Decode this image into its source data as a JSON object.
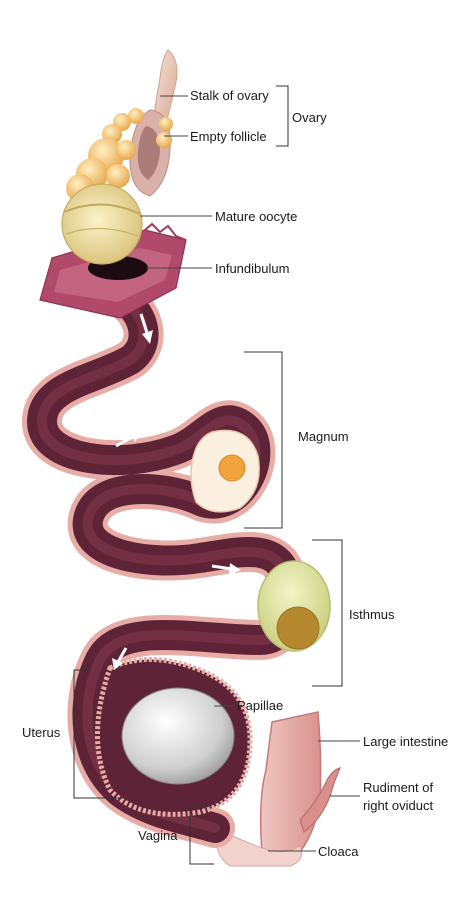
{
  "labels": {
    "stalk_of_ovary": "Stalk of ovary",
    "empty_follicle": "Empty follicle",
    "ovary": "Ovary",
    "mature_oocyte": "Mature oocyte",
    "infundibulum": "Infundibulum",
    "magnum": "Magnum",
    "isthmus": "Isthmus",
    "papillae": "Papillae",
    "uterus": "Uterus",
    "large_intestine": "Large intestine",
    "rudiment_line1": "Rudiment of",
    "rudiment_line2": "right oviduct",
    "vagina": "Vagina",
    "cloaca": "Cloaca"
  },
  "colors": {
    "oviduct_wall": "#e7a9a3",
    "oviduct_lumen": "#5e2336",
    "infundibulum": "#b0496a",
    "follicle": "#f3c26b",
    "oocyte": "#eddd9f",
    "yolk": "#f0a33c",
    "isthmus_egg": "#dfe3a0",
    "shell_egg": "#e6e6e6"
  }
}
